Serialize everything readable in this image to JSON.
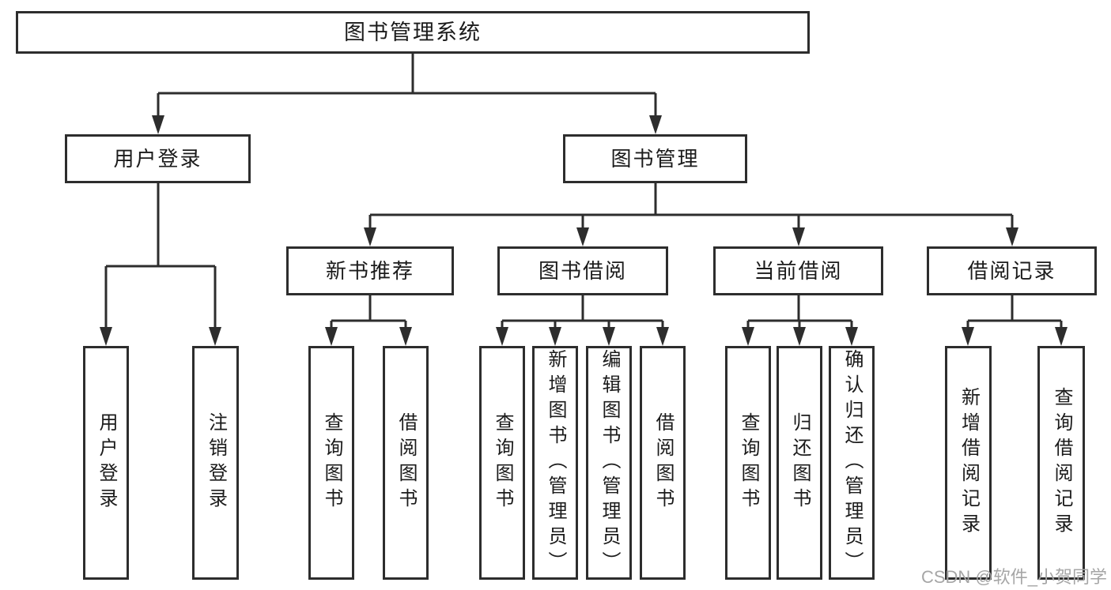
{
  "colors": {
    "line": "#2d2d2d",
    "text": "#1b1b1b",
    "watermark": "#a6a6a6",
    "background": "#ffffff"
  },
  "watermark": {
    "text": "CSDN @软件_小贺同学"
  },
  "tree": {
    "root": {
      "label": "图书管理系统"
    },
    "branches": [
      {
        "label": "用户登录",
        "children": [
          {
            "label": "用户登录"
          },
          {
            "label": "注销登录"
          }
        ]
      },
      {
        "label": "图书管理",
        "children": [
          {
            "label": "新书推荐",
            "children": [
              {
                "label": "查询图书"
              },
              {
                "label": "借阅图书"
              }
            ]
          },
          {
            "label": "图书借阅",
            "children": [
              {
                "label": "查询图书"
              },
              {
                "label": "新增图书（管理员）"
              },
              {
                "label": "编辑图书（管理员）"
              },
              {
                "label": "借阅图书"
              }
            ]
          },
          {
            "label": "当前借阅",
            "children": [
              {
                "label": "查询图书"
              },
              {
                "label": "归还图书"
              },
              {
                "label": "确认归还（管理员）"
              }
            ]
          },
          {
            "label": "借阅记录",
            "children": [
              {
                "label": "新增借阅记录"
              },
              {
                "label": "查询借阅记录"
              }
            ]
          }
        ]
      }
    ]
  }
}
